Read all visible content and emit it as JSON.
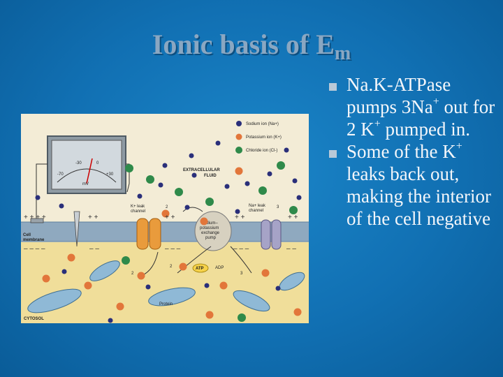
{
  "slide": {
    "title": "Ionic basis of E",
    "title_subscript": "m"
  },
  "bullets": [
    {
      "a": "Na.K-ATPase pumps 3Na",
      "sup1": "+",
      "b": " out for 2 K",
      "sup2": "+",
      "c": " pumped in."
    },
    {
      "a": "Some of the K",
      "sup1": "+",
      "b": " leaks back out, making the interior of the cell negative"
    }
  ],
  "figure": {
    "legend_sodium": "Sodium ion (Na+)",
    "legend_potassium": "Potassium ion (K+)",
    "legend_chloride": "Chloride ion (Cl-)",
    "meter_unit": "mV",
    "meter_scale": [
      "-70",
      "-30",
      "0",
      "+30"
    ],
    "extracellular": "EXTRACELLULAR",
    "fluid": "FLUID",
    "k_leak_1": "K+ leak",
    "k_leak_2": "channel",
    "na_leak_1": "Na+ leak",
    "na_leak_2": "channel",
    "pump_1": "Sodium–",
    "pump_2": "potassium",
    "pump_3": "exchange",
    "pump_4": "pump",
    "cell_membrane_1": "Cell",
    "cell_membrane_2": "membrane",
    "atp": "ATP",
    "adp": "ADP",
    "protein": "Protein",
    "cytosol": "CYTOSOL",
    "num_2a": "2",
    "num_2b": "2",
    "num_2c": "2",
    "num_3a": "3",
    "num_3b": "3"
  },
  "colors": {
    "background": "#1170b3",
    "title": "#8aa7c2",
    "text": "#f3f6fa",
    "sodium": "#2a2f7a",
    "potassium": "#e2763a",
    "chloride": "#2f8a4a"
  }
}
